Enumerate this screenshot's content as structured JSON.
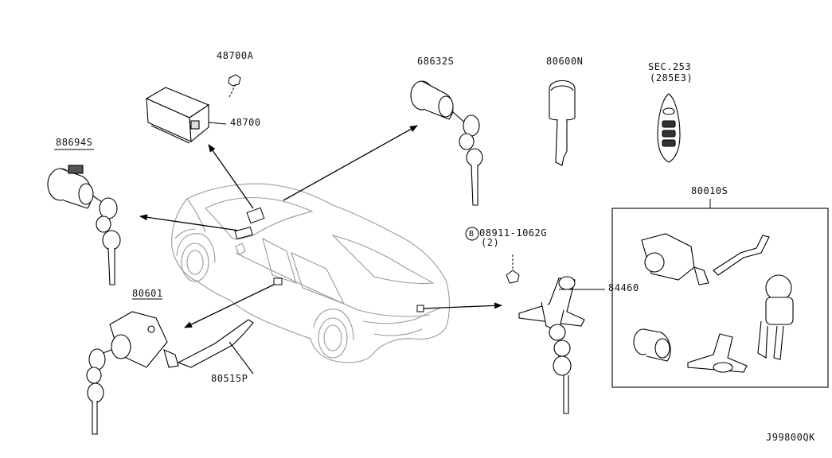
{
  "diagram": {
    "code": "J99800QK",
    "labels": {
      "p48700A": "48700A",
      "p48700": "48700",
      "p68632S": "68632S",
      "p80600N": "80600N",
      "sec_line1": "SEC.253",
      "sec_line2": "(285E3)",
      "p88694S": "88694S",
      "p80010S": "80010S",
      "bolt_circle": "B",
      "bolt_part": "08911-1062G",
      "bolt_qty": "(2)",
      "p84460": "84460",
      "p80601": "80601",
      "p80515P": "80515P"
    }
  }
}
